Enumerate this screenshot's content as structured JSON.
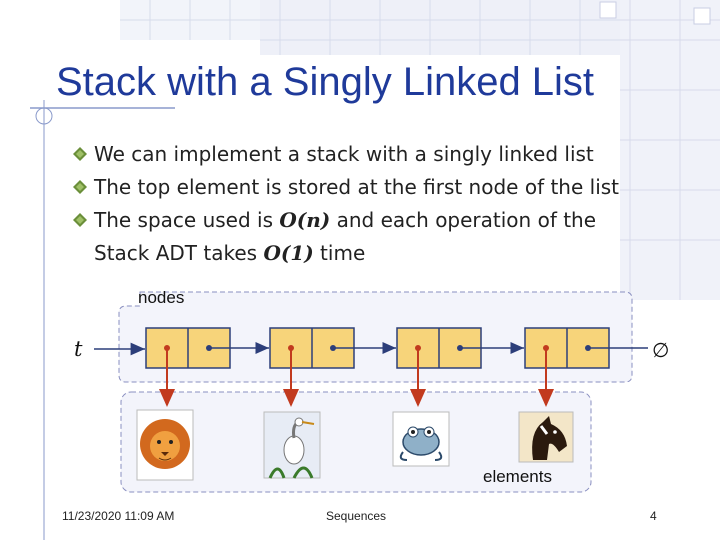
{
  "slide": {
    "title": "Stack with a Singly Linked List",
    "bullets": [
      {
        "text": "We can implement a stack with a singly linked list"
      },
      {
        "text": "The top element is stored at the first node of the list"
      },
      {
        "pre": "The space used is ",
        "math1": "O(n)",
        "mid": " and each operation of the",
        "line2pre": "Stack ADT takes ",
        "math2": "O(1)",
        "post": " time"
      }
    ]
  },
  "diagram": {
    "nodes_label": "nodes",
    "elements_label": "elements",
    "top_pointer": "t",
    "null_symbol": "∅",
    "node_count": 4,
    "element_icons": [
      "lion-icon",
      "heron-icon",
      "frog-icon",
      "horse-icon"
    ]
  },
  "footer": {
    "date": "11/23/2020 11:09 AM",
    "center": "Sequences",
    "page": "4"
  },
  "colors": {
    "title": "#1f3a9a",
    "node_fill": "#f7d47a",
    "node_border": "#2c3e7a",
    "arrow": "#c23a1e",
    "link": "#2c3e7a",
    "frame": "#8a8fc0"
  }
}
